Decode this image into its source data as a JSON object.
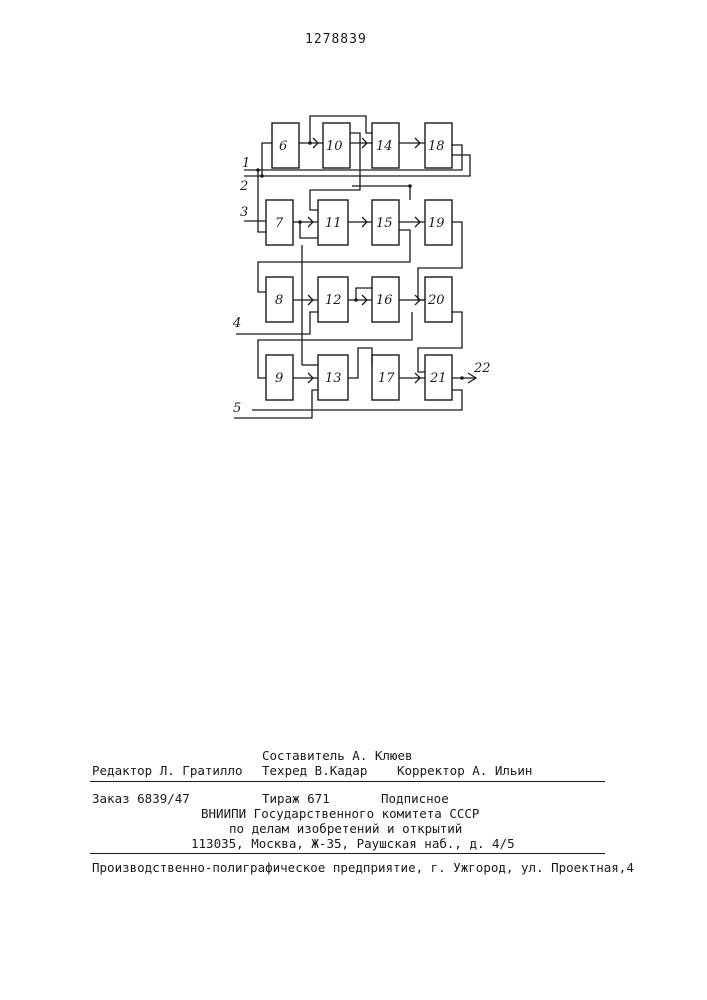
{
  "document": {
    "number": "1278839"
  },
  "diagram": {
    "blocks": [
      "6",
      "7",
      "8",
      "9",
      "10",
      "11",
      "12",
      "13",
      "14",
      "15",
      "16",
      "17",
      "18",
      "19",
      "20",
      "21"
    ],
    "inputs": [
      "1",
      "2",
      "3",
      "4",
      "5"
    ],
    "output": "22"
  },
  "imprint": {
    "compiler": "Составитель А. Клюев",
    "editor": "Редактор Л. Гратилло",
    "techred": "Техред В.Кадар",
    "corrector": "Корректор А. Ильин",
    "order": "Заказ 6839/47",
    "circulation": "Тираж 671",
    "subscription": "Подписное",
    "org_line1": "ВНИИПИ Государственного комитета СССР",
    "org_line2": "по делам изобретений и открытий",
    "address": "113035, Москва, Ж-35, Раушская наб., д. 4/5",
    "printer": "Производственно-полиграфическое предприятие, г. Ужгород, ул. Проектная,4"
  }
}
